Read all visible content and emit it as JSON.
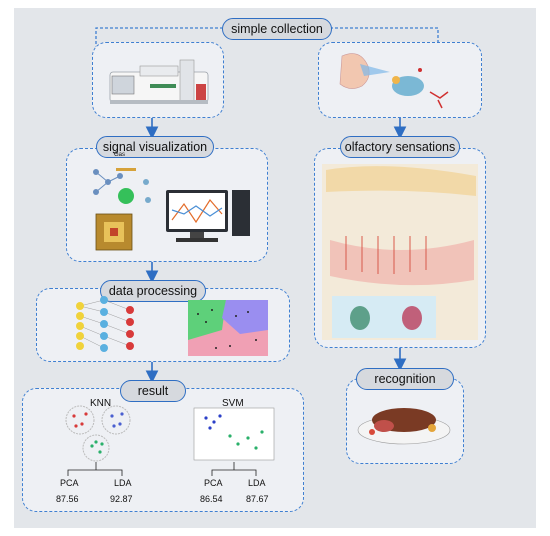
{
  "labels": {
    "simple_collection": "simple collection",
    "signal_visualization": "signal visualization",
    "data_processing": "data processing",
    "result": "result",
    "olfactory_sensations": "olfactory  sensations",
    "recognition": "recognition"
  },
  "gas_label": "Gas",
  "result": {
    "knn_title": "KNN",
    "svm_title": "SVM",
    "knn_pca_label": "PCA",
    "knn_lda_label": "LDA",
    "knn_pca_value": "87.56",
    "knn_lda_value": "92.87",
    "svm_pca_label": "PCA",
    "svm_lda_label": "LDA",
    "svm_pca_value": "86.54",
    "svm_lda_value": "87.67"
  },
  "colors": {
    "border_blue": "#2f6ec3",
    "arrow_blue": "#2f6ec3",
    "panel_fill": "#eef0f4",
    "label_fill": "#d6d9de"
  }
}
